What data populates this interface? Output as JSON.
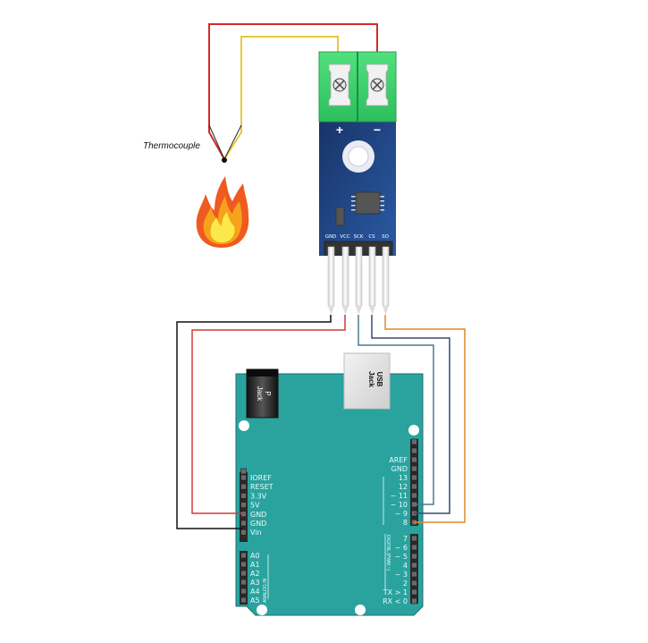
{
  "title": "MAX6675 thermocouple module wired to Arduino Uno",
  "thermocouple": {
    "label": "Thermocouple",
    "flame_icon": "flame-icon"
  },
  "module": {
    "terminal_plus": "+",
    "terminal_minus": "−",
    "pins": [
      "GND",
      "VCC",
      "SCK",
      "CS",
      "SO"
    ]
  },
  "arduino": {
    "power_jack": [
      "P",
      "Jack"
    ],
    "usb_jack": [
      "USB",
      "Jack"
    ],
    "power_header": [
      "IOREF",
      "RESET",
      "3.3V",
      "5V",
      "GND",
      "GND",
      "Vin"
    ],
    "analog_header": [
      "A0",
      "A1",
      "A2",
      "A3",
      "A4",
      "A5"
    ],
    "analog_title": "ANALOG IN",
    "digital_header_top": [
      "AREF",
      "GND",
      "13",
      "12",
      "~ 11",
      "~ 10",
      "~ 9",
      "8"
    ],
    "digital_header_bottom": [
      "7",
      "~ 6",
      "~ 5",
      "4",
      "~ 3",
      "2",
      "TX > 1",
      "RX < 0"
    ],
    "digital_title": "DIGITAL (PWM ~)"
  },
  "connections": [
    {
      "from": "GND",
      "to": "GND",
      "color": "#111111"
    },
    {
      "from": "VCC",
      "to": "5V",
      "color": "#d23a3a"
    },
    {
      "from": "SCK",
      "to": "~ 10",
      "color": "#8a9bb0"
    },
    {
      "from": "CS",
      "to": "~ 9",
      "color": "#2b3d66"
    },
    {
      "from": "SO",
      "to": "8",
      "color": "#e0872e"
    }
  ],
  "thermocouple_wires": [
    {
      "terminal": "+",
      "color": "#e7c93a"
    },
    {
      "terminal": "-",
      "color": "#d42b2b"
    }
  ],
  "colors": {
    "board": "#2aa39f",
    "module": "#1f3f7a",
    "terminal": "#3cd46f"
  }
}
